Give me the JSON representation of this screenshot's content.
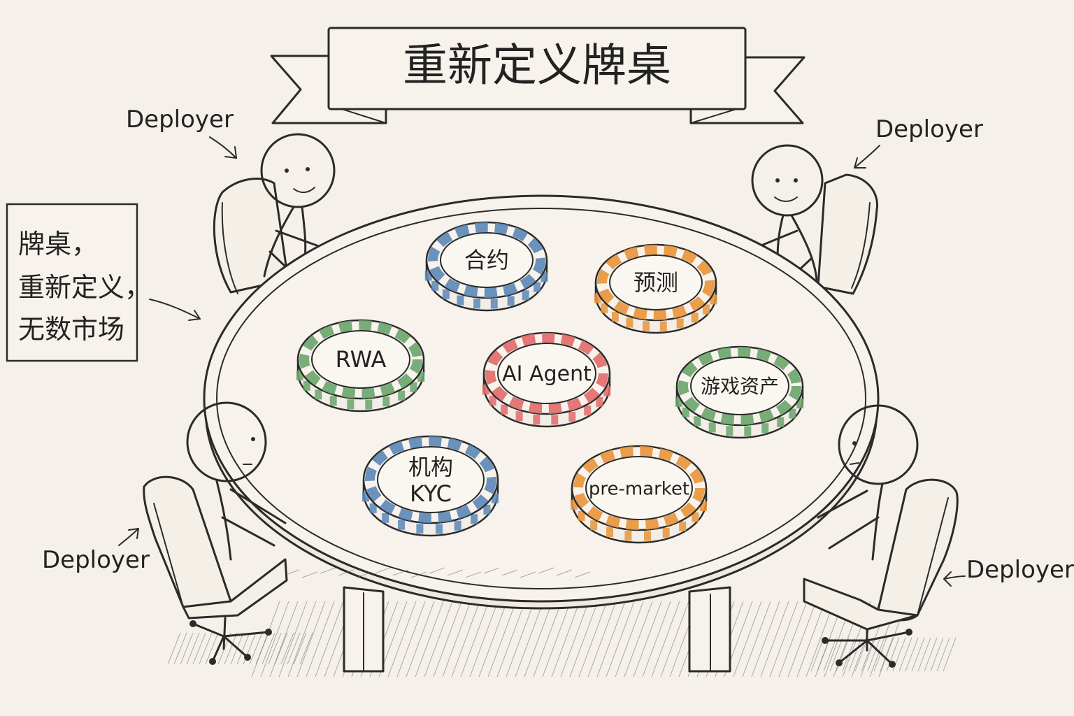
{
  "banner": {
    "title": "重新定义牌桌"
  },
  "side_note": {
    "lines": [
      "牌桌，",
      "重新定义，",
      "无数市场"
    ]
  },
  "players": [
    {
      "label": "Deployer",
      "position": "top-left"
    },
    {
      "label": "Deployer",
      "position": "top-right"
    },
    {
      "label": "Deployer",
      "position": "bottom-left"
    },
    {
      "label": "Deployer",
      "position": "bottom-right"
    }
  ],
  "chips": [
    {
      "label": "合约",
      "color": "#5b86b8"
    },
    {
      "label": "预测",
      "color": "#e8943a"
    },
    {
      "label": "RWA",
      "color": "#6aa56a"
    },
    {
      "label": "AI Agent",
      "color": "#e06a6a"
    },
    {
      "label": "游戏资产",
      "color": "#6aa56a"
    },
    {
      "label": "机构",
      "label2": "KYC",
      "color": "#5b86b8"
    },
    {
      "label": "pre-market",
      "color": "#e8943a"
    }
  ]
}
